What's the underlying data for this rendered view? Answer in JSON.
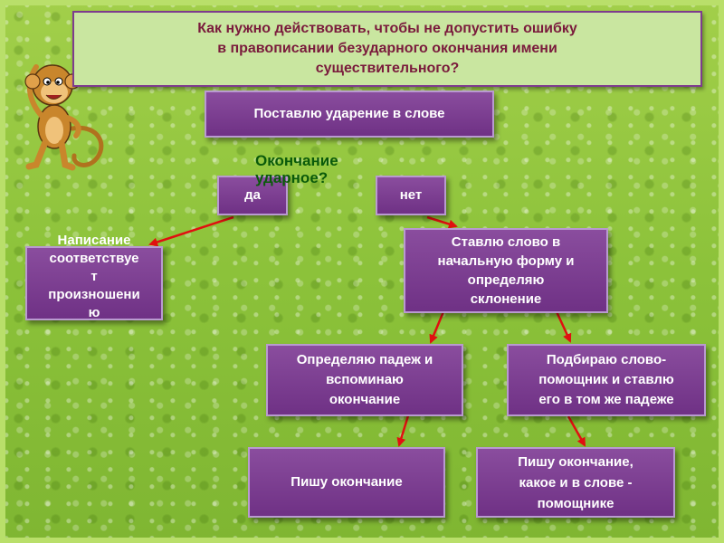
{
  "title": {
    "line1": "Как нужно действовать, чтобы не допустить ошибку",
    "line2": "в правописании безударного окончания имени",
    "line3": "существительного?"
  },
  "steps": {
    "stress": "Поставлю ударение в слове",
    "question_line1": "Окончание",
    "question_line2": "ударное?",
    "yes": "да",
    "no": "нет",
    "write_as_heard_1": "Написание",
    "write_as_heard_2": "соответствуе",
    "write_as_heard_3": "т",
    "write_as_heard_4": "произношени",
    "write_as_heard_5": "ю",
    "initial_form_1": "Ставлю слово в",
    "initial_form_2": "начальную форму и",
    "initial_form_3": "определяю",
    "initial_form_4": "склонение",
    "case_1": "Определяю падеж и",
    "case_2": "вспоминаю",
    "case_3": "окончание",
    "helper_1": "Подбираю слово-",
    "helper_2": "помощник и ставлю",
    "helper_3": "его в том же падеже",
    "write_ending": "Пишу окончание",
    "write_helper_1": "Пишу окончание,",
    "write_helper_2": "какое и в слове -",
    "write_helper_3": "помощнике"
  },
  "colors": {
    "box": "#7a3b90",
    "arrow": "#e01010",
    "title_text": "#7a1b3c",
    "question_text": "#0a5a0a"
  }
}
